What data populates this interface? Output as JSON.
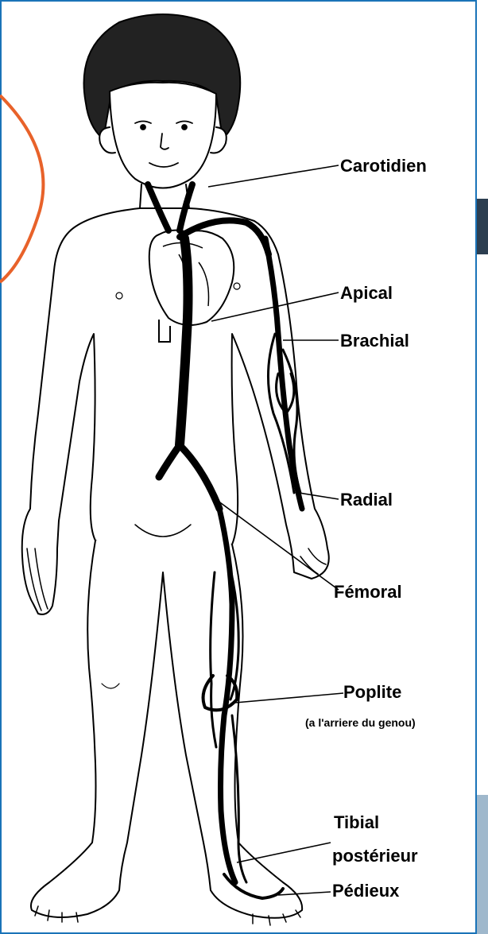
{
  "labels": {
    "carotidien": "Carotidien",
    "apical": "Apical",
    "brachial": "Brachial",
    "radial": "Radial",
    "femoral": "Fémoral",
    "poplite": "Poplite",
    "poplite_note": "(a l'arriere du genou)",
    "tibial_line1": "Tibial",
    "tibial_line2": "postérieur",
    "pedieux": "Pédieux"
  },
  "colors": {
    "frame_blue": "#1a73b8",
    "accent_orange": "#e8622a",
    "ink": "#000000",
    "edge_dark": "#2c3e50"
  }
}
